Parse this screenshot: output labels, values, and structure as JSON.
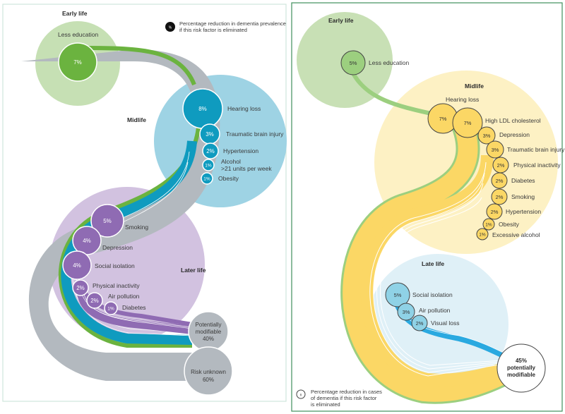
{
  "left_panel": {
    "legend": {
      "symbol": "%",
      "line1": "Percentage reduction in dementia prevalence",
      "line2": "if this risk factor is eliminated"
    },
    "stages": {
      "early": "Early life",
      "mid": "Midlife",
      "later": "Later life"
    },
    "colors": {
      "early_bg": "#c6e0b4",
      "early": "#6bb33f",
      "mid_bg": "#9ed3e4",
      "mid": "#0f9bbf",
      "later_bg": "#d2c2e0",
      "later": "#8f6bb3",
      "unknown": "#b3b9bf",
      "border": "#cfe5dc"
    },
    "factors": [
      {
        "stage": "early",
        "label": "Less education",
        "pct": "7%",
        "value": 7
      },
      {
        "stage": "mid",
        "label": "Hearing loss",
        "pct": "8%",
        "value": 8
      },
      {
        "stage": "mid",
        "label": "Traumatic brain injury",
        "pct": "3%",
        "value": 3
      },
      {
        "stage": "mid",
        "label": "Hypertension",
        "pct": "2%",
        "value": 2
      },
      {
        "stage": "mid",
        "label": "Alcohol",
        "label2": ">21 units per week",
        "pct": "1%",
        "value": 1
      },
      {
        "stage": "mid",
        "label": "Obesity",
        "pct": "1%",
        "value": 1
      },
      {
        "stage": "later",
        "label": "Smoking",
        "pct": "5%",
        "value": 5
      },
      {
        "stage": "later",
        "label": "Depression",
        "pct": "4%",
        "value": 4
      },
      {
        "stage": "later",
        "label": "Social isolation",
        "pct": "4%",
        "value": 4
      },
      {
        "stage": "later",
        "label": "Physical inactivity",
        "pct": "2%",
        "value": 2
      },
      {
        "stage": "later",
        "label": "Air pollution",
        "pct": "2%",
        "value": 2
      },
      {
        "stage": "later",
        "label": "Diabetes",
        "pct": "1%",
        "value": 1
      }
    ],
    "outcomes": {
      "modifiable": {
        "line1": "Potentially",
        "line2": "modifiable",
        "line3": "40%",
        "value": 40
      },
      "unknown": {
        "line1": "Risk unknown",
        "line2": "60%",
        "value": 60
      }
    }
  },
  "right_panel": {
    "legend": {
      "symbol": "n",
      "line1": "Percentage reduction in cases",
      "line2": "of dementia if this risk factor",
      "line3": "is eliminated"
    },
    "stages": {
      "early": "Early life",
      "mid": "Midlife",
      "late": "Late life"
    },
    "colors": {
      "early_bg": "#c8e0b5",
      "early": "#9ccf7f",
      "mid_bg": "#fdf1c4",
      "mid": "#fbd765",
      "late_bg": "#dff0f7",
      "late": "#8fd2e6",
      "late_flow": "#2aa9e0",
      "border": "#3f8f5c"
    },
    "factors": [
      {
        "stage": "early",
        "label": "Less education",
        "pct": "5%",
        "value": 5
      },
      {
        "stage": "mid",
        "label": "Hearing loss",
        "pct": "7%",
        "value": 7
      },
      {
        "stage": "mid",
        "label": "High LDL cholesterol",
        "pct": "7%",
        "value": 7
      },
      {
        "stage": "mid",
        "label": "Depression",
        "pct": "3%",
        "value": 3
      },
      {
        "stage": "mid",
        "label": "Traumatic brain injury",
        "pct": "3%",
        "value": 3
      },
      {
        "stage": "mid",
        "label": "Physical inactivity",
        "pct": "2%",
        "value": 2
      },
      {
        "stage": "mid",
        "label": "Diabetes",
        "pct": "2%",
        "value": 2
      },
      {
        "stage": "mid",
        "label": "Smoking",
        "pct": "2%",
        "value": 2
      },
      {
        "stage": "mid",
        "label": "Hypertension",
        "pct": "2%",
        "value": 2
      },
      {
        "stage": "mid",
        "label": "Obesity",
        "pct": "1%",
        "value": 1
      },
      {
        "stage": "mid",
        "label": "Excessive alcohol",
        "pct": "1%",
        "value": 1
      },
      {
        "stage": "late",
        "label": "Social isolation",
        "pct": "5%",
        "value": 5
      },
      {
        "stage": "late",
        "label": "Air pollution",
        "pct": "3%",
        "value": 3
      },
      {
        "stage": "late",
        "label": "Visual loss",
        "pct": "2%",
        "value": 2
      }
    ],
    "outcome": {
      "line1": "45%",
      "line2": "potentially",
      "line3": "modifiable",
      "value": 45
    }
  }
}
